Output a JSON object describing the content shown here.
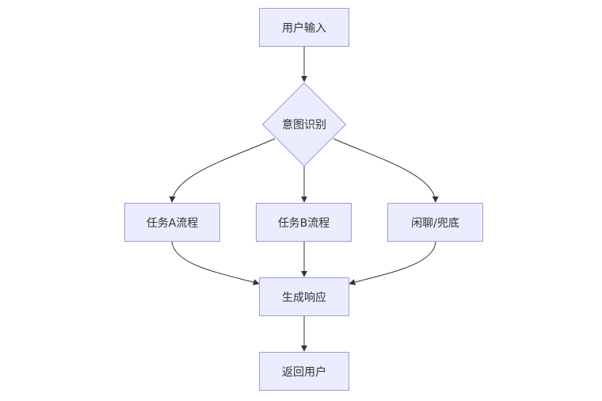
{
  "colors": {
    "node_fill": "#ECECFF",
    "node_stroke": "#9F9CD7",
    "edge": "#333333",
    "text": "#333333"
  },
  "nodes": {
    "user_input": "用户输入",
    "intent_recognition": "意图识别",
    "task_a": "任务A流程",
    "task_b": "任务B流程",
    "chitchat": "闲聊/兜底",
    "generate_response": "生成响应",
    "return_user": "返回用户"
  },
  "edges": [
    {
      "from": "user_input",
      "to": "intent_recognition"
    },
    {
      "from": "intent_recognition",
      "to": "task_a"
    },
    {
      "from": "intent_recognition",
      "to": "task_b"
    },
    {
      "from": "intent_recognition",
      "to": "chitchat"
    },
    {
      "from": "task_a",
      "to": "generate_response"
    },
    {
      "from": "task_b",
      "to": "generate_response"
    },
    {
      "from": "chitchat",
      "to": "generate_response"
    },
    {
      "from": "generate_response",
      "to": "return_user"
    }
  ]
}
